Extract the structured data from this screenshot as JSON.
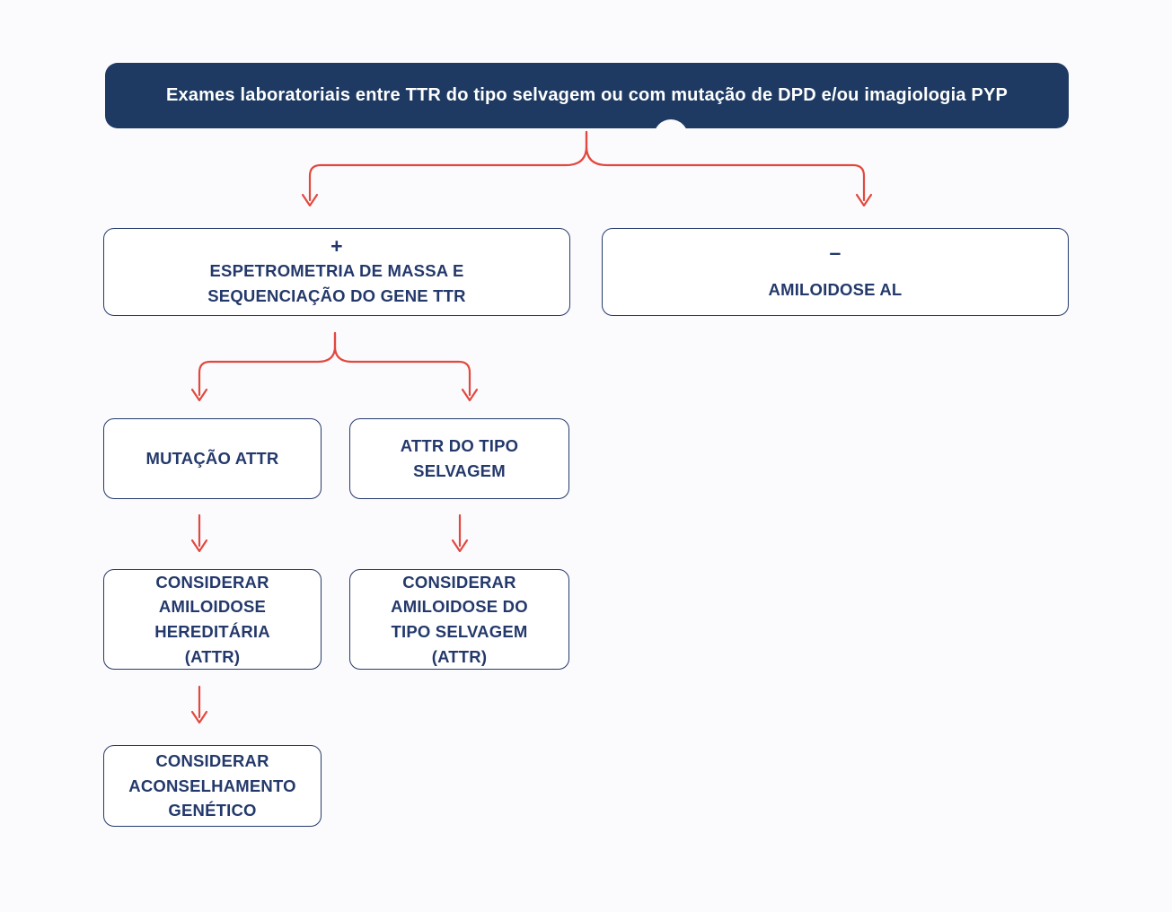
{
  "colors": {
    "navy": "#24396B",
    "header_bg": "#1E3A63",
    "header_text": "#FFFFFF",
    "red": "#E2483E",
    "background": "#FBFBFD",
    "box_bg": "#FFFFFF"
  },
  "flowchart": {
    "header": {
      "label": "Exames laboratoriais entre TTR do tipo selvagem ou com mutação de DPD e/ou imagiologia PYP"
    },
    "branch_positive": {
      "sign": "+",
      "lines": [
        "ESPETROMETRIA DE MASSA E",
        "SEQUENCIAÇÃO DO GENE TTR"
      ]
    },
    "branch_negative": {
      "sign": "–",
      "lines": [
        "AMILOIDOSE AL"
      ]
    },
    "mutation_attr": {
      "lines": [
        "MUTAÇÃO ATTR"
      ]
    },
    "wild_type_attr": {
      "lines": [
        "ATTR DO TIPO",
        "SELVAGEM"
      ]
    },
    "consider_hereditary": {
      "lines": [
        "CONSIDERAR",
        "AMILOIDOSE",
        "HEREDITÁRIA",
        "(ATTR)"
      ]
    },
    "consider_wild_type": {
      "lines": [
        "CONSIDERAR",
        "AMILOIDOSE DO",
        "TIPO SELVAGEM",
        "(ATTR)"
      ]
    },
    "genetic_counseling": {
      "lines": [
        "CONSIDERAR",
        "ACONSELHAMENTO",
        "GENÉTICO"
      ]
    }
  }
}
